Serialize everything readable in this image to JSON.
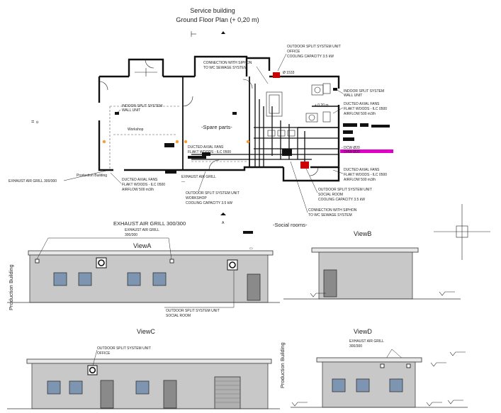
{
  "title": {
    "line1": "Service building",
    "line2": "Ground Floor Plan (+ 0,20 m)"
  },
  "plan": {
    "rooms": {
      "spare_parts": "-Spare parts-",
      "workshop": "Workshop",
      "social_rooms": "-Social rooms-",
      "level": "+ 0.20 m",
      "axis_a": "A"
    },
    "labels": {
      "outdoor_office": [
        "OUTDOOR SPLIT SYSTEM UNIT",
        "OFFICE",
        "COOLING CAPACITY 3.5 kW"
      ],
      "siphon_top": [
        "CONNECTION WITH SIPHON",
        "TO WC SEWAGE SYSTEM"
      ],
      "indoor_wall_unit_right": [
        "INDOOR SPLIT SYSTEM",
        "WALL UNIT"
      ],
      "indoor_wall_unit_left": [
        "INDOOR SPLIT SYSTEM",
        "WALL UNIT"
      ],
      "fans_right_top": [
        "DUCTED AXIAL FANS",
        "FLAKT WOODS - ILC 0500",
        "AIRFLOW 500 m3/h"
      ],
      "fans_center": [
        "DUCTED AXIAL FANS",
        "FLAKT WOODS - ILC 0500"
      ],
      "fans_left": [
        "DUCTED AXIAL FANS",
        "FLAKT WOODS - ILC 0500",
        "AIRFLOW 500 m3/h"
      ],
      "fans_right_bottom": [
        "DUCTED AXIAL FANS",
        "FLAKT WOODS - ILC 0500",
        "AIRFLOW 500 m3/h"
      ],
      "exhaust_small": "EXHAUST AIR GRILL 300/300",
      "exhaust_center": "EXHAUST AIR GRILL",
      "production_building": "Production Building",
      "outdoor_workshop": [
        "OUTDOOR SPLIT SYSTEM UNIT",
        "WORKSHOP",
        "COOLING CAPACITY 3.5 kW"
      ],
      "outdoor_social": [
        "OUTDOOR SPLIT SYSTEM UNIT",
        "SOCIAL ROOM",
        "COOLING CAPACITY 3.5 kW"
      ],
      "siphon_bottom": [
        "CONNECTION WITH SIPHON",
        "TO WC SEWAGE SYSTEM"
      ],
      "exhaust_main": "EXHAUST AIR GRILL 300/300",
      "exhaust_main_sub": [
        "EXHAUST AIR GRILL",
        "300/300"
      ],
      "dcw": "- DCW Ø20",
      "dhw": "- DHW Ø20"
    }
  },
  "views": {
    "a": {
      "title": "ViewA",
      "side_label": "Production Building",
      "callout": [
        "OUTDOOR SPLIT SYSTEM UNIT",
        "SOCIAL ROOM"
      ]
    },
    "b": {
      "title": "ViewB"
    },
    "c": {
      "title": "ViewC",
      "callout": [
        "OUTDOOR SPLIT SYSTEM UNIT",
        "OFFICE"
      ]
    },
    "d": {
      "title": "ViewD",
      "side_label": "Production Building",
      "callout": [
        "EXHAUST AIR GRILL",
        "300/300"
      ]
    }
  },
  "colors": {
    "facade": "#c8c8c8",
    "window": "#7d95b0",
    "dhw_highlight": "#e000c8",
    "equipment_red": "#cc0000",
    "lines": "#111111"
  }
}
